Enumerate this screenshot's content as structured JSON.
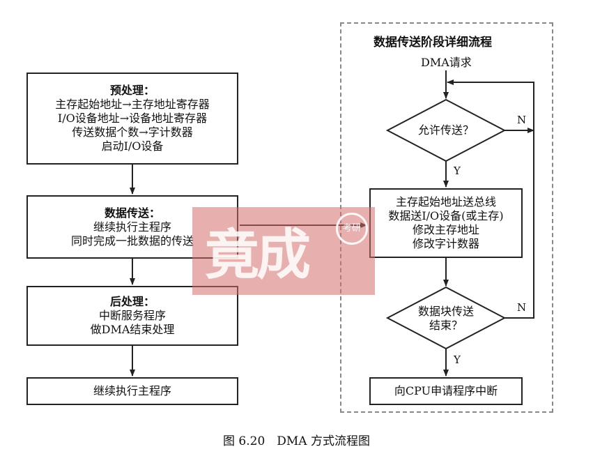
{
  "left": {
    "pre": {
      "title": "预处理：",
      "lines": [
        "主存起始地址→主存地址寄存器",
        "I/O设备地址→设备地址寄存器",
        "传送数据个数→字计数器",
        "启动I/O设备"
      ]
    },
    "transfer": {
      "title": "数据传送：",
      "lines": [
        "继续执行主程序",
        "同时完成一批数据的传送"
      ]
    },
    "post": {
      "title": "后处理：",
      "lines": [
        "中断服务程序",
        "做DMA结束处理"
      ]
    },
    "continue": "继续执行主程序"
  },
  "right": {
    "title": "数据传送阶段详细流程",
    "request": "DMA请求",
    "allow": "允许传送？",
    "process": [
      "主存起始地址送总线",
      "数据送I/O设备(或主存)",
      "修改主存地址",
      "修改字计数器"
    ],
    "done": [
      "数据块传送",
      "结束？"
    ],
    "interrupt": "向CPU申请程序中断",
    "yes": "Y",
    "no": "N"
  },
  "watermark": {
    "main": "竟成",
    "badge": "考研"
  },
  "caption": "图 6.20　DMA 方式流程图"
}
